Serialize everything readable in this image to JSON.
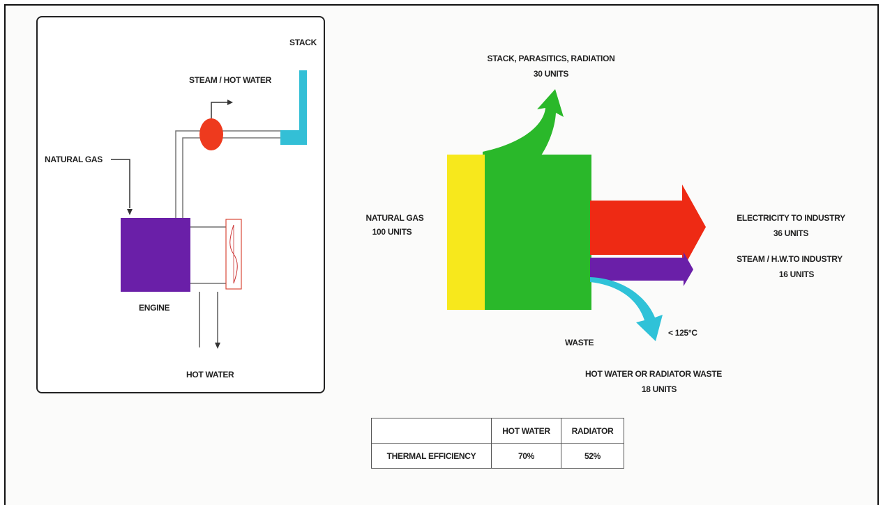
{
  "schematic": {
    "stack_label": "STACK",
    "steam_label": "STEAM / HOT WATER",
    "natural_gas_label": "NATURAL GAS",
    "engine_label": "ENGINE",
    "hot_water_label": "HOT WATER",
    "colors": {
      "engine": "#6a1fa8",
      "heat_exchanger": "#ee3a1e",
      "stack": "#33bfd6"
    }
  },
  "sankey": {
    "stack_flow": {
      "label_line1": "STACK, PARASITICS, RADIATION",
      "label_line2": "30 UNITS",
      "units": 30,
      "color": "#2ab82a"
    },
    "input": {
      "label_line1": "NATURAL GAS",
      "label_line2": "100 UNITS",
      "units": 100,
      "color": "#f7e81c"
    },
    "electricity": {
      "label_line1": "ELECTRICITY TO INDUSTRY",
      "label_line2": "36 UNITS",
      "units": 36,
      "color": "#ee2a14"
    },
    "steam": {
      "label_line1": "STEAM / H.W.TO INDUSTRY",
      "label_line2": "16 UNITS",
      "units": 16,
      "color": "#6a1fa8"
    },
    "waste": {
      "label": "WASTE",
      "temp_label": "< 125°C",
      "label_line1": "HOT WATER OR RADIATOR WASTE",
      "label_line2": "18 UNITS",
      "units": 18,
      "color": "#2fc2d8"
    },
    "body_color": "#2ab82a"
  },
  "table": {
    "headers": [
      "",
      "HOT WATER",
      "RADIATOR"
    ],
    "rows": [
      {
        "label": "THERMAL EFFICIENCY",
        "hot_water": "70%",
        "radiator": "52%"
      }
    ]
  }
}
